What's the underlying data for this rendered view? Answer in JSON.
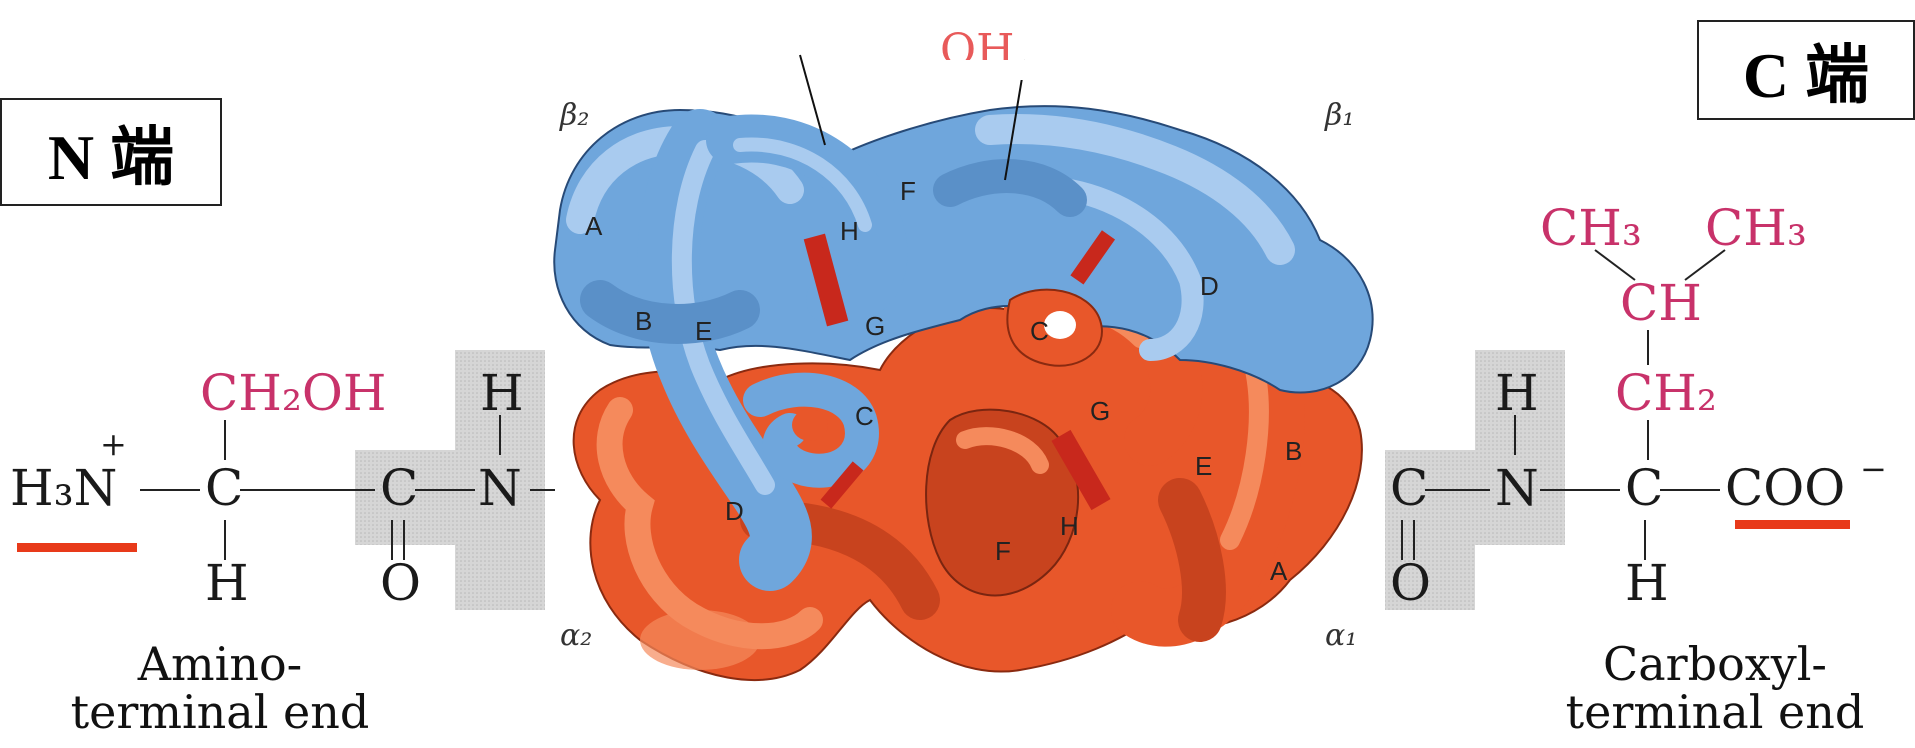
{
  "labels": {
    "n_terminus": "N 端",
    "c_terminus": "C 端",
    "amino_caption_line1": "Amino-",
    "amino_caption_line2": "terminal end",
    "carboxyl_caption_line1": "Carboxyl-",
    "carboxyl_caption_line2": "terminal end"
  },
  "left_residue": {
    "side_chain": "CH₂OH",
    "h3n": "H₃N",
    "plus": "+",
    "c": "C",
    "h": "H",
    "carbonyl_c": "C",
    "o": "O",
    "n": "N",
    "nh_h": "H"
  },
  "right_residue": {
    "ch3_left": "CH₃",
    "ch3_right": "CH₃",
    "ch": "CH",
    "ch2": "CH₂",
    "c": "C",
    "coo": "COO",
    "minus": "−",
    "h": "H",
    "carbonyl_c": "C",
    "o": "O",
    "n": "N",
    "nh_h": "H"
  },
  "hemoglobin": {
    "subunit_beta2": "β₂",
    "subunit_beta1": "β₁",
    "subunit_alpha2": "α₂",
    "subunit_alpha1": "α₁",
    "oh_top": "OH",
    "beta2_helices": [
      "A",
      "B",
      "E",
      "F",
      "H",
      "G",
      "C",
      "D"
    ],
    "alpha1_helices": [
      "C",
      "D",
      "G",
      "E",
      "B",
      "H",
      "F",
      "A"
    ]
  },
  "colors": {
    "beta_blue": "#6fa6dc",
    "beta_blue_light": "#a9cbef",
    "alpha_orange": "#e8572a",
    "alpha_orange_light": "#f58a5c",
    "heme_red": "#c8281c",
    "chem_pink": "#c8326a",
    "underline_red": "#e83a1a",
    "shade_gray": "#cfcfcf"
  }
}
